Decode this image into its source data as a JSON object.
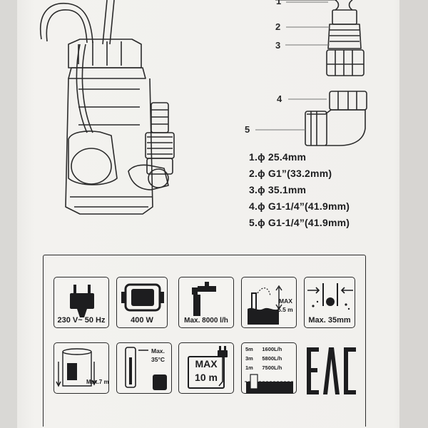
{
  "parts": {
    "callouts": [
      "1",
      "2",
      "3",
      "4",
      "5"
    ],
    "specs": [
      "1.ϕ 25.4mm",
      "2.ϕ G1”(33.2mm)",
      "3.ϕ 35.1mm",
      "4.ϕ G1-1/4”(41.9mm)",
      "5.ϕ G1-1/4”(41.9mm)"
    ]
  },
  "icons": {
    "power_supply": "230 V~ 50 Hz",
    "wattage": "400 W",
    "flow": "Max. 8000 l/h",
    "head_max": "MAX",
    "head_value": "5.5 m",
    "particle": "Max. 35mm",
    "immersion": "Max.7 m",
    "temp_max": "Max.",
    "temp_value": "35°C",
    "cable_max": "MAX",
    "cable_value": "10 m",
    "depth_rows": [
      {
        "depth": "5m",
        "flow": "1600L/h"
      },
      {
        "depth": "3m",
        "flow": "5800L/h"
      },
      {
        "depth": "1m",
        "flow": "7500L/h"
      }
    ],
    "certification_mark": "EAC"
  },
  "colors": {
    "ink": "#1d1d1f",
    "paper": "#f2f1ee"
  }
}
